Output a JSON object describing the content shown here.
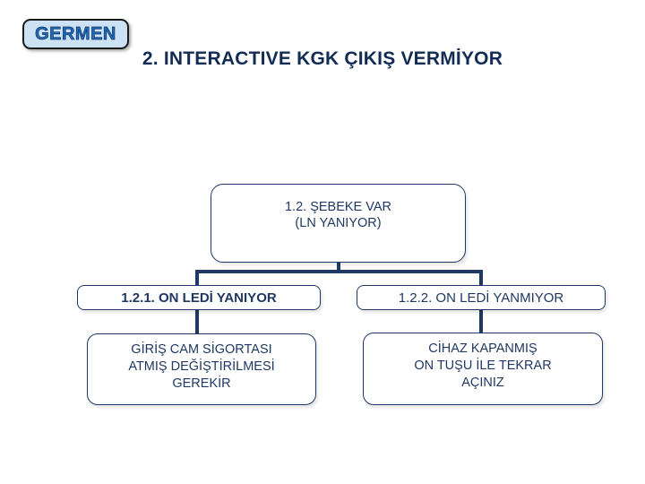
{
  "theme": {
    "navy": "#1f3864",
    "title_color": "#132c54",
    "logo_bg": "#cce1f4",
    "logo_text_color": "#2268b5",
    "logo_border": "#1b1b1b",
    "box_bg": "#ffffff"
  },
  "header": {
    "logo_text": "GERMEN",
    "title": "2. INTERACTIVE KGK ÇIKIŞ VERMİYOR"
  },
  "flowchart": {
    "root": {
      "lines": [
        "1.2. ŞEBEKE VAR",
        "(LN YANIYOR)"
      ]
    },
    "branches": [
      {
        "condition": "1.2.1. ON LEDİ YANIYOR",
        "action_lines": [
          "GİRİŞ CAM SİGORTASI",
          "ATMIŞ DEĞİŞTİRİLMESİ",
          "GEREKİR"
        ]
      },
      {
        "condition": "1.2.2. ON LEDİ YANMIYOR",
        "action_lines": [
          "CİHAZ KAPANMIŞ",
          "ON TUŞU İLE TEKRAR",
          "AÇINIZ"
        ]
      }
    ]
  }
}
